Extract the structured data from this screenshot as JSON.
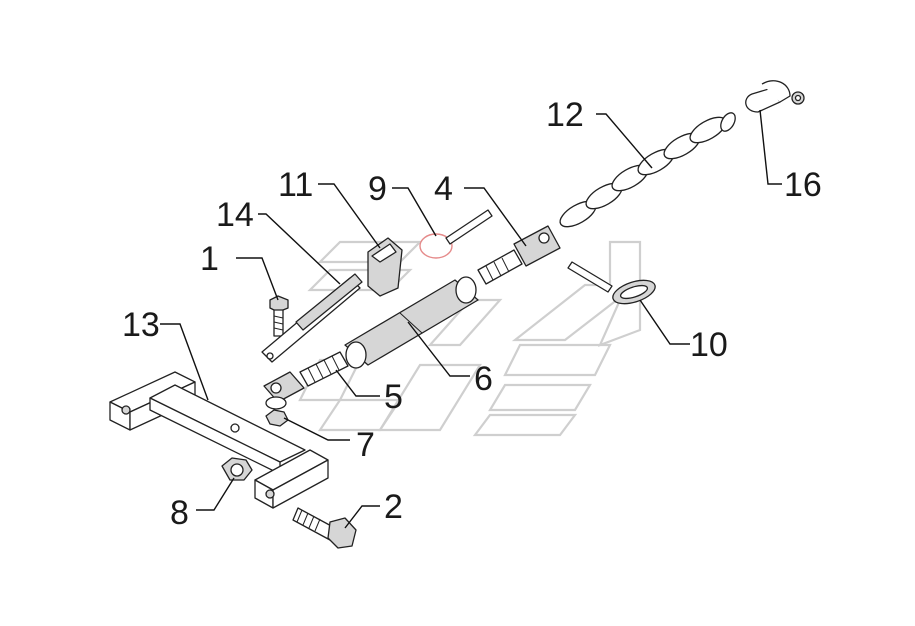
{
  "callouts": [
    {
      "id": "1",
      "label": "1"
    },
    {
      "id": "2",
      "label": "2"
    },
    {
      "id": "4",
      "label": "4"
    },
    {
      "id": "5",
      "label": "5"
    },
    {
      "id": "6",
      "label": "6"
    },
    {
      "id": "7",
      "label": "7"
    },
    {
      "id": "8",
      "label": "8"
    },
    {
      "id": "9",
      "label": "9"
    },
    {
      "id": "10",
      "label": "10"
    },
    {
      "id": "11",
      "label": "11"
    },
    {
      "id": "12",
      "label": "12"
    },
    {
      "id": "13",
      "label": "13"
    },
    {
      "id": "14",
      "label": "14"
    },
    {
      "id": "16",
      "label": "16"
    }
  ],
  "colors": {
    "line": "#222222",
    "watermark": "#cfcfcf",
    "part_fill": "#d6d6d6",
    "part_dark": "#9a9a9a",
    "pin_ring": "#e58a8a"
  }
}
